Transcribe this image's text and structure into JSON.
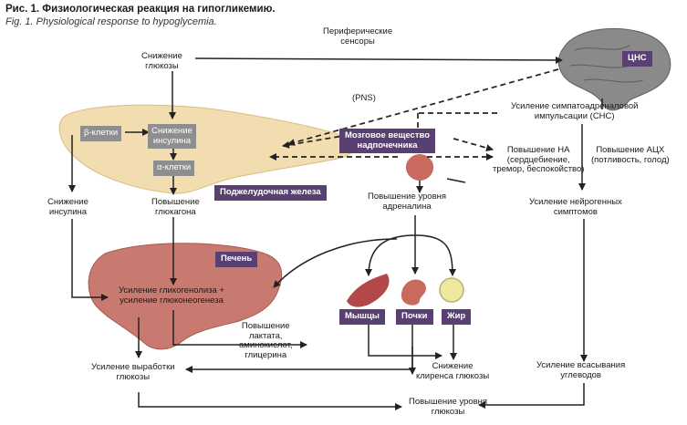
{
  "title": "Рис. 1. Физиологическая реакция на гипогликемию.",
  "subtitle": "Fig. 1. Physiological response to hypoglycemia.",
  "labels": {
    "glucose_drop": "Снижение\nглюкозы",
    "peripheral_sensors": "Периферические\nсенсоры",
    "cns": "ЦНС",
    "pns": "(PNS)",
    "sympathoadrenal": "Усиление симпатоадреналовой\nимпульсации (СНС)",
    "beta_cells": "β-клетки",
    "insulin_drop_box": "Снижение\nинсулина",
    "alpha_cells": "α-клетки",
    "adrenal_medulla": "Мозговое вещество\nнадпочечника",
    "na_increase": "Повышение НА\n(сердцебиение,\nтремор, беспокойство)",
    "ach_increase": "Повышение АЦХ\n(потливость, голод)",
    "insulin_drop_left": "Снижение\nинсулина",
    "glucagon_increase": "Повышение\nглюкагона",
    "pancreas": "Поджелудочная железа",
    "adrenaline_increase": "Повышение уровня\nадреналина",
    "neurogenic": "Усиление нейрогенных\nсимптомов",
    "liver": "Печень",
    "glycogenolysis": "Усиление гликогенолиза +\nусиление глюконеогенеза",
    "muscles": "Мышцы",
    "kidneys": "Почки",
    "fat": "Жир",
    "lactate": "Повышение\nлактата,\nаминокислот,\nглицерина",
    "glucose_production": "Усиление выработки\nглюкозы",
    "clearance_drop": "Снижение\nклиренса глюкозы",
    "carb_absorption": "Усиление всасывания\nуглеводов",
    "glucose_rise": "Повышение уровня\nглюкозы"
  },
  "colors": {
    "accent_tag": "#5a3f73",
    "cell_box": "#8e8e8e",
    "pancreas": "#f2ddb0",
    "liver": "#c97a70",
    "brain": "#8a8a8a",
    "muscle": "#b3484b",
    "kidney": "#c96a5e",
    "fat": "#efe9a0"
  }
}
